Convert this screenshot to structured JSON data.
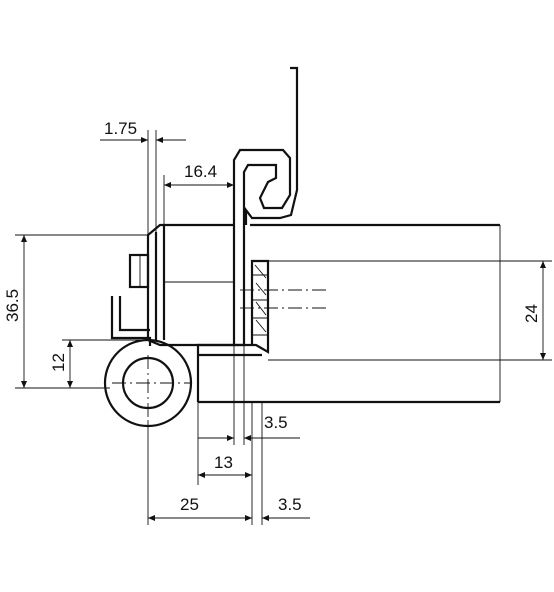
{
  "dimensions": {
    "d_1_75": "1.75",
    "d_16_4": "16.4",
    "d_36_5": "36.5",
    "d_12": "12",
    "d_24": "24",
    "d_3_5_upper": "3.5",
    "d_13": "13",
    "d_25": "25",
    "d_3_5_lower": "3.5"
  }
}
